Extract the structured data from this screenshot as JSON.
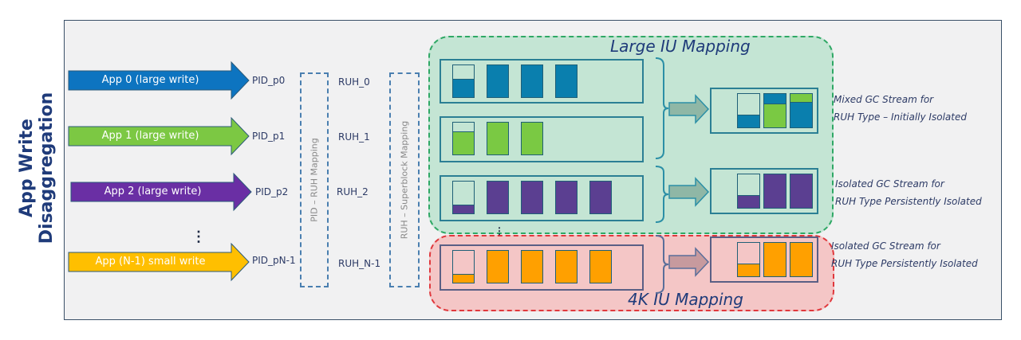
{
  "title": {
    "line1": "App Write",
    "line2": "Disaggregation"
  },
  "apps": [
    {
      "label": "App 0 (large write)",
      "color": "#0d74c0",
      "pid": "PID_p0"
    },
    {
      "label": "App 1 (large write)",
      "color": "#7cc843",
      "pid": "PID_p1"
    },
    {
      "label": "App 2 (large write)",
      "color": "#6a2fa4",
      "pid": "PID_p2"
    },
    {
      "label": "App (N-1) small write",
      "color": "#ffbf00",
      "pid": "PID_pN-1"
    }
  ],
  "ellipsis": "⋮",
  "pid_ruh_mapping_label": "PID – RUH Mapping",
  "ruh_superblock_mapping_label": "RUH – Superblock Mapping",
  "ruhs": [
    "RUH_0",
    "RUH_1",
    "RUH_2",
    "RUH_N-1"
  ],
  "regions": {
    "large": {
      "title": "Large IU Mapping",
      "bg": "#c4e5d4",
      "border": "#2fa865"
    },
    "small": {
      "title": "4K IU Mapping",
      "bg": "#f4c6c6",
      "border": "#e0383d"
    }
  },
  "superblock_rows": [
    {
      "color": "#0a7fae",
      "partial_fill": 0.55,
      "full_blocks": 3
    },
    {
      "color": "#7ac943",
      "partial_fill": 0.7,
      "full_blocks": 2
    },
    {
      "color": "#5b3f91",
      "partial_fill": 0.25,
      "full_blocks": 4
    },
    {
      "color": "#ffa000",
      "partial_fill": 0.25,
      "full_blocks": 4
    }
  ],
  "gc_streams": [
    {
      "label_line1": "Mixed GC Stream for",
      "label_line2": "RUH Type – Initially Isolated",
      "blocks": [
        {
          "bottom_color": "#0a7fae",
          "bottom_fill": 0.35,
          "top_color": null
        },
        {
          "bottom_color": "#7ac943",
          "bottom_fill": 0.7,
          "top_color": "#0a7fae"
        },
        {
          "bottom_color": "#0a7fae",
          "bottom_fill": 0.75,
          "top_color": "#7ac943"
        }
      ]
    },
    {
      "label_line1": "Isolated GC Stream for",
      "label_line2": "RUH Type Persistently Isolated",
      "blocks": [
        {
          "bottom_color": "#5b3f91",
          "bottom_fill": 0.35,
          "top_color": null
        },
        {
          "bottom_color": "#5b3f91",
          "bottom_fill": 1,
          "top_color": null
        },
        {
          "bottom_color": "#5b3f91",
          "bottom_fill": 1,
          "top_color": null
        }
      ]
    },
    {
      "label_line1": "Isolated GC Stream for",
      "label_line2": "RUH Type Persistently Isolated",
      "blocks": [
        {
          "bottom_color": "#ffa000",
          "bottom_fill": 0.35,
          "top_color": null
        },
        {
          "bottom_color": "#ffa000",
          "bottom_fill": 1,
          "top_color": null
        },
        {
          "bottom_color": "#ffa000",
          "bottom_fill": 1,
          "top_color": null
        }
      ]
    }
  ]
}
